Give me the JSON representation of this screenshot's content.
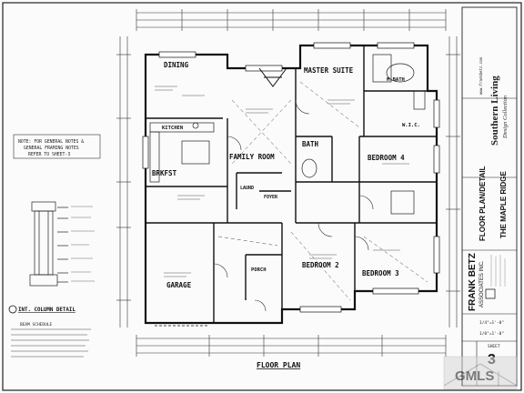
{
  "plan": {
    "title": "FLOOR PLAN",
    "rooms": {
      "dining": "DINING",
      "kitchen": "KITCHEN",
      "brkfst": "BRKFST",
      "family_room": "FAMILY ROOM",
      "garage": "GARAGE",
      "master_suite": "MASTER SUITE",
      "m_bath": "M.BATH",
      "wic": "W.I.C.",
      "bath": "BATH",
      "bedroom_2": "BEDROOM 2",
      "bedroom_3": "BEDROOM 3",
      "bedroom_4": "BEDROOM 4",
      "porch": "PORCH",
      "laund": "LAUND",
      "foyer": "FOYER"
    },
    "note": [
      "NOTE: FOR GENERAL NOTES &",
      "GENERAL FRAMING NOTES",
      "REFER TO SHEET-3"
    ],
    "column_detail": "INT. COLUMN DETAIL",
    "beam_schedule": "BEAM SCHEDULE"
  },
  "title_block": {
    "website": "www.frankbetz.com",
    "brand_line1": "Southern Living",
    "brand_line2": "Design Collection",
    "sheet_title": "FLOOR PLAN/DETAIL",
    "plan_name": "THE MAPLE RIDGE",
    "company_line1": "FRANK BETZ",
    "company_line2": "ASSOCIATES INC.",
    "scale_1": "1/4\"=1'-0\"",
    "scale_2": "1/8\"=1'-0\"",
    "sheet_label": "SHEET",
    "sheet_number": "3",
    "watermark": "GMLS"
  }
}
